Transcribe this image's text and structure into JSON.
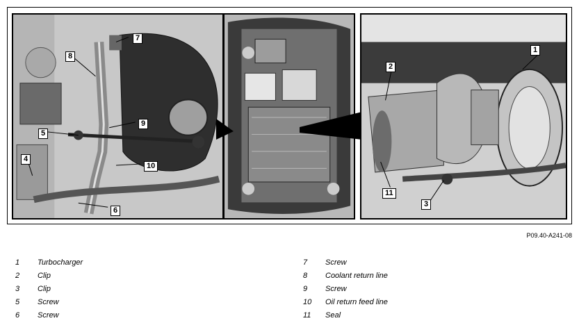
{
  "figure": {
    "reference": "P09.40-A241-08",
    "callouts": {
      "c1": "1",
      "c2": "2",
      "c3": "3",
      "c4": "4",
      "c5": "5",
      "c6": "6",
      "c7": "7",
      "c8": "8",
      "c9": "9",
      "c10": "10",
      "c11": "11"
    }
  },
  "legend": {
    "left": [
      {
        "num": "1",
        "label": "Turbocharger"
      },
      {
        "num": "2",
        "label": "Clip"
      },
      {
        "num": "3",
        "label": "Clip"
      },
      {
        "num": "5",
        "label": "Screw"
      },
      {
        "num": "6",
        "label": "Screw"
      }
    ],
    "right": [
      {
        "num": "7",
        "label": "Screw"
      },
      {
        "num": "8",
        "label": "Coolant return line"
      },
      {
        "num": "9",
        "label": "Screw"
      },
      {
        "num": "10",
        "label": "Oil return feed line"
      },
      {
        "num": "11",
        "label": "Seal"
      }
    ]
  }
}
